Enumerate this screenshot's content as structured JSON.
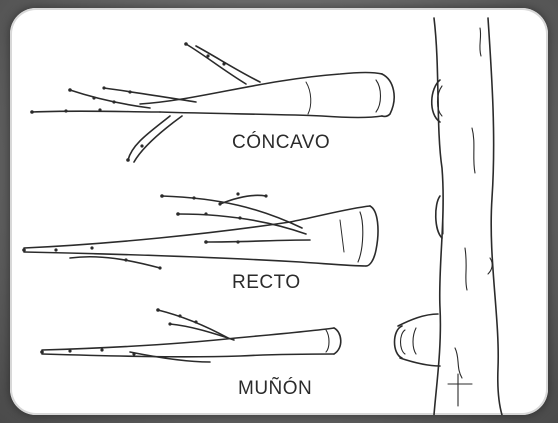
{
  "labels": {
    "concavo": "CÓNCAVO",
    "recto": "RECTO",
    "munon": "MUÑÓN"
  },
  "colors": {
    "ink": "#2b2b2b",
    "paper": "#ffffff",
    "frame": "#5e5e5e"
  }
}
